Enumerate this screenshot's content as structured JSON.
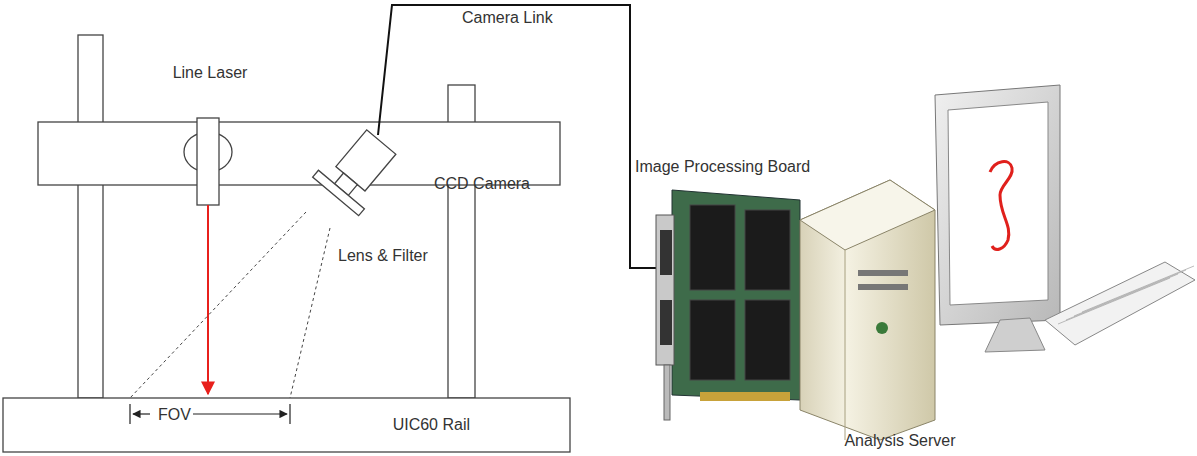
{
  "diagram": {
    "nodes": [
      {
        "text": [
          "Line Laser"
        ]
      },
      {
        "text": [
          "CCD Camera"
        ]
      },
      {
        "text": [
          "Image Processing Board"
        ]
      },
      {
        "text": [
          "Analysis Server"
        ]
      },
      {
        "text": [
          "UIC60 Rail"
        ]
      }
    ],
    "edges": [
      {
        "from": 1,
        "to": 2,
        "label": "Camera Link",
        "arrow": "none"
      }
    ],
    "labels": [
      "Lens & Filter",
      "FOV"
    ]
  }
}
